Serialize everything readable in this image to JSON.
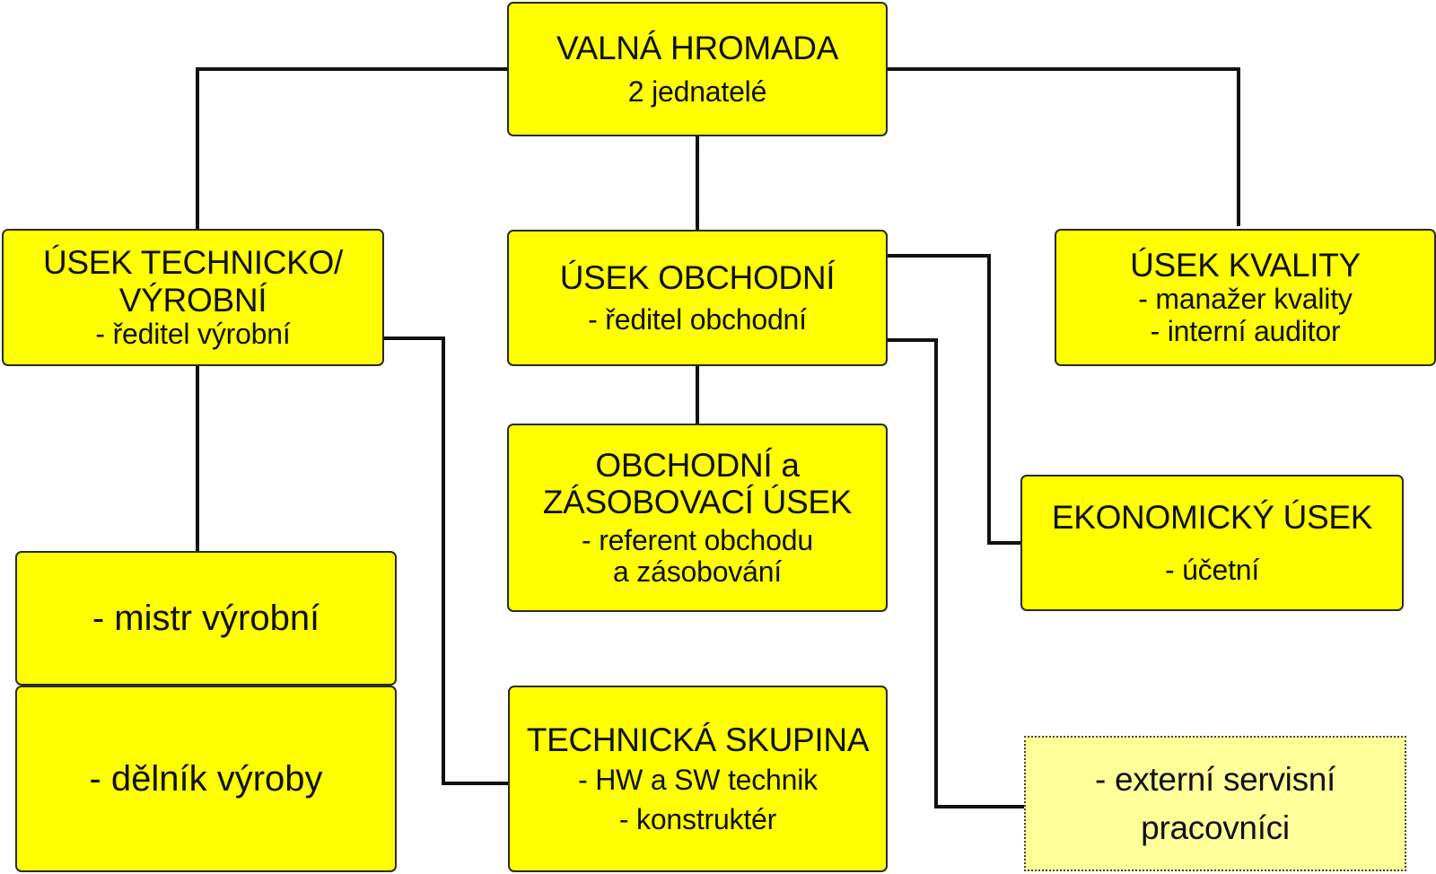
{
  "colors": {
    "box_fill": "#ffff00",
    "external_fill": "#ffff99",
    "line": "#111111"
  },
  "boxes": {
    "valna": {
      "title": "VALNÁ HROMADA",
      "sub": "2 jednatelé"
    },
    "technicky": {
      "title1": "ÚSEK TECHNICKO/",
      "title2": "VÝROBNÍ",
      "sub": "- ředitel výrobní"
    },
    "obchodni": {
      "title": "ÚSEK OBCHODNÍ",
      "sub": "- ředitel obchodní"
    },
    "kvalita": {
      "title": "ÚSEK KVALITY",
      "sub1": "- manažer kvality",
      "sub2": "- interní auditor"
    },
    "obch_zas": {
      "title1": "OBCHODNÍ a",
      "title2": "ZÁSOBOVACÍ ÚSEK",
      "sub1": "- referent obchodu",
      "sub2": "a zásobování"
    },
    "ekonomicky": {
      "title": "EKONOMICKÝ ÚSEK",
      "sub": "- účetní"
    },
    "mistr": {
      "text": "- mistr výrobní"
    },
    "delnik": {
      "text": "- dělník výroby"
    },
    "technicka": {
      "title": "TECHNICKÁ SKUPINA",
      "sub1": "- HW a SW technik",
      "sub2": "- konstruktér"
    },
    "externi": {
      "line1": "- externí servisní",
      "line2": "pracovníci"
    }
  }
}
